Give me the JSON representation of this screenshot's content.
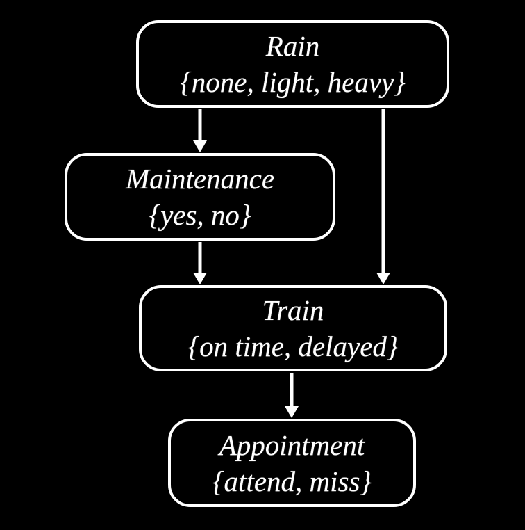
{
  "diagram": {
    "type": "bayesian-network",
    "background_color": "#000000",
    "stroke_color": "#ffffff",
    "text_color": "#ffffff",
    "nodes": [
      {
        "id": "rain",
        "name": "Rain",
        "values": "{none, light, heavy}"
      },
      {
        "id": "maintenance",
        "name": "Maintenance",
        "values": "{yes, no}"
      },
      {
        "id": "train",
        "name": "Train",
        "values": "{on time, delayed}"
      },
      {
        "id": "appointment",
        "name": "Appointment",
        "values": "{attend, miss}"
      }
    ],
    "edges": [
      {
        "from": "rain",
        "to": "maintenance"
      },
      {
        "from": "rain",
        "to": "train"
      },
      {
        "from": "maintenance",
        "to": "train"
      },
      {
        "from": "train",
        "to": "appointment"
      }
    ]
  }
}
